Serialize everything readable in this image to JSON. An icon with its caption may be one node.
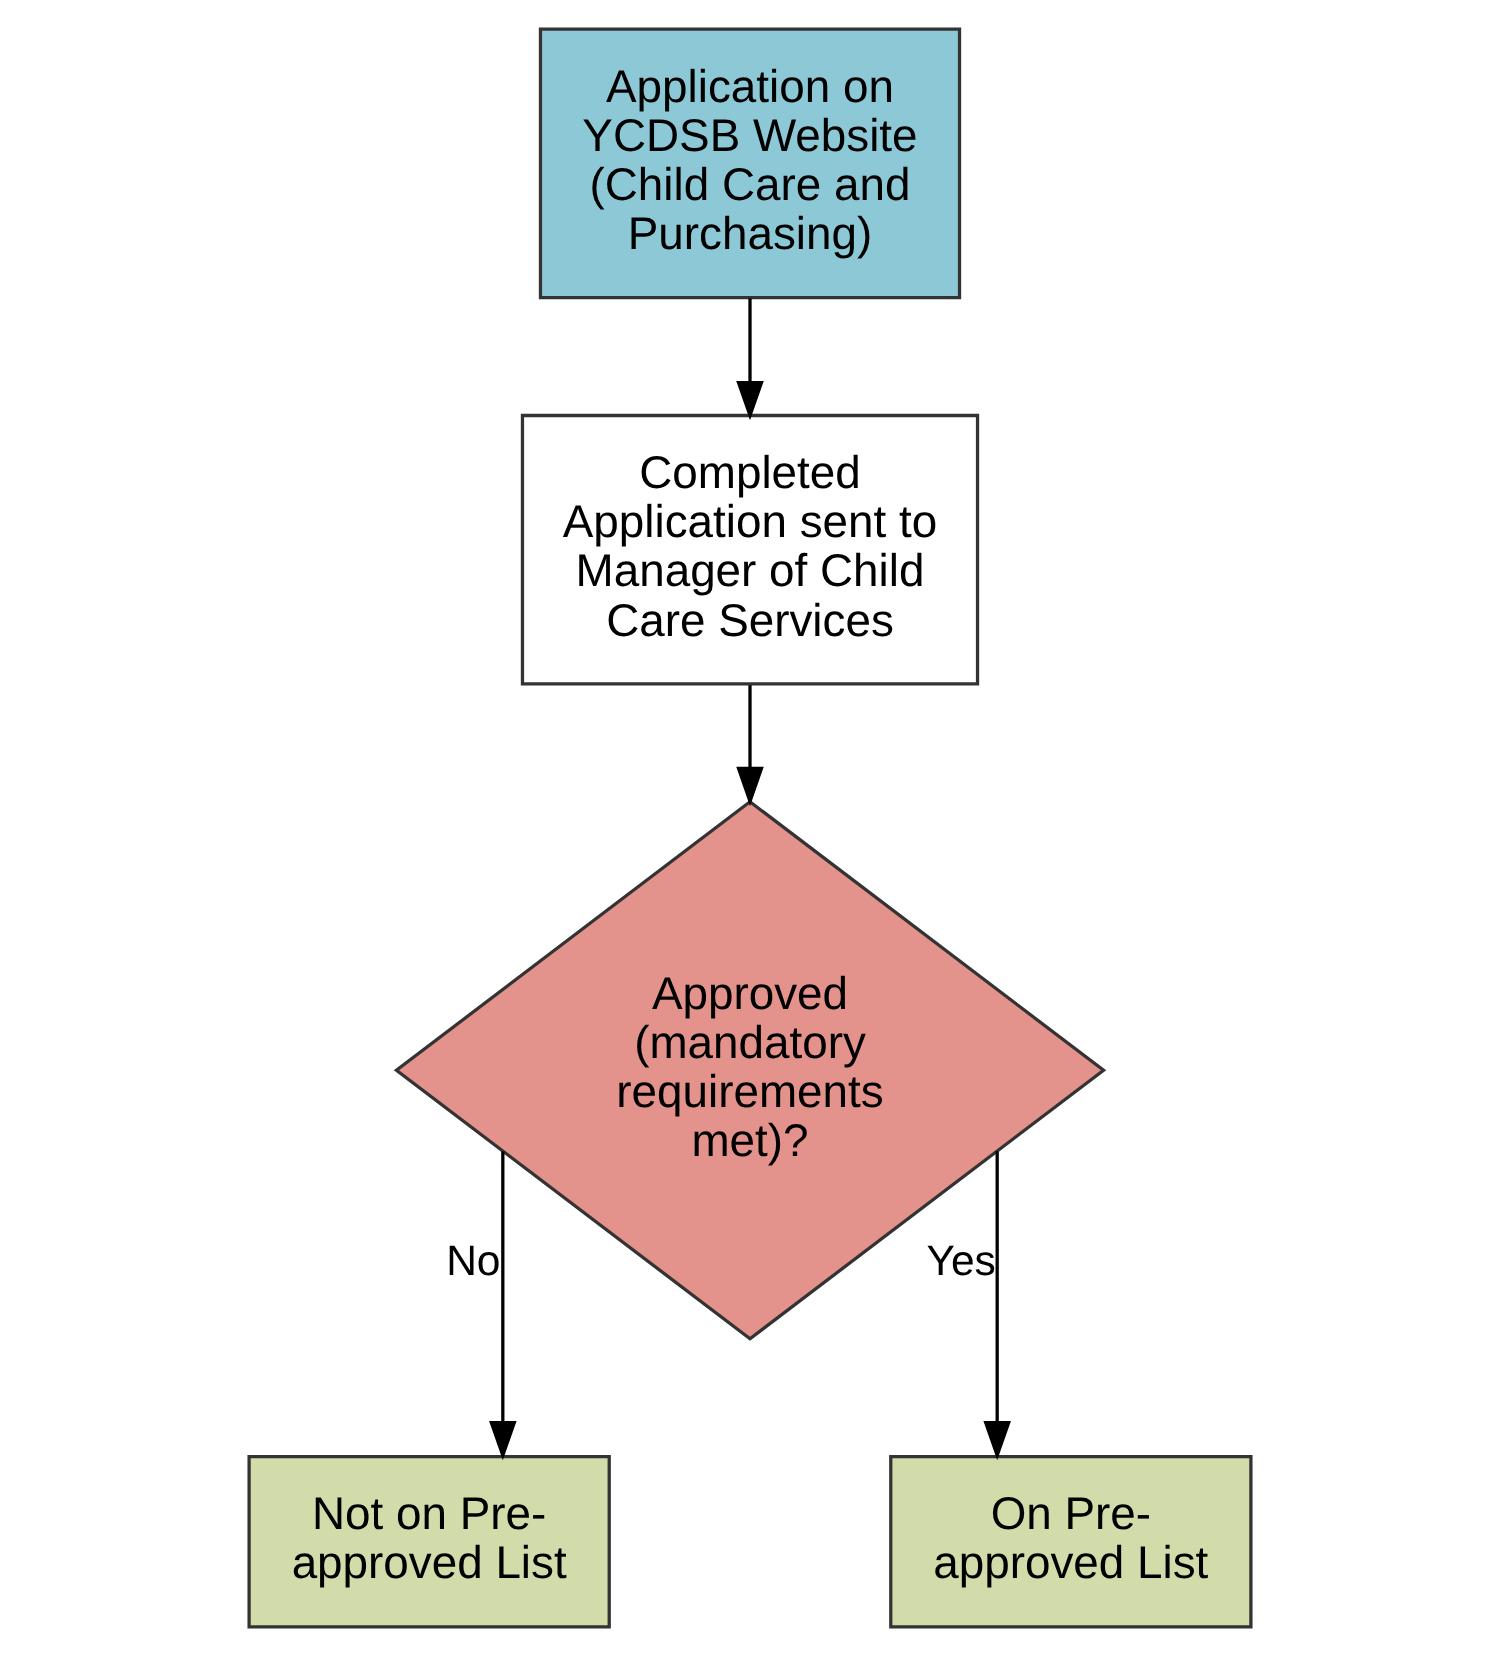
{
  "diagram": {
    "nodes": [
      {
        "text": [
          "Application on YCDSB Website (Child Care and Purchasing)"
        ]
      },
      {
        "text": [
          "Completed Application sent to Manager of Child Care Services"
        ]
      },
      {
        "text": [
          "Approved (mandatory requirements met)?"
        ]
      },
      {
        "text": [
          "Not on Pre-approved List"
        ]
      },
      {
        "text": [
          "On Pre-approved List"
        ]
      }
    ],
    "edges": [
      {
        "from": 0,
        "to": 1,
        "arrow": "to"
      },
      {
        "from": 1,
        "to": 2,
        "arrow": "to"
      },
      {
        "from": 2,
        "to": 3,
        "arrow": "to",
        "label": "No"
      },
      {
        "from": 2,
        "to": 4,
        "arrow": "to",
        "label": "Yes"
      }
    ]
  }
}
